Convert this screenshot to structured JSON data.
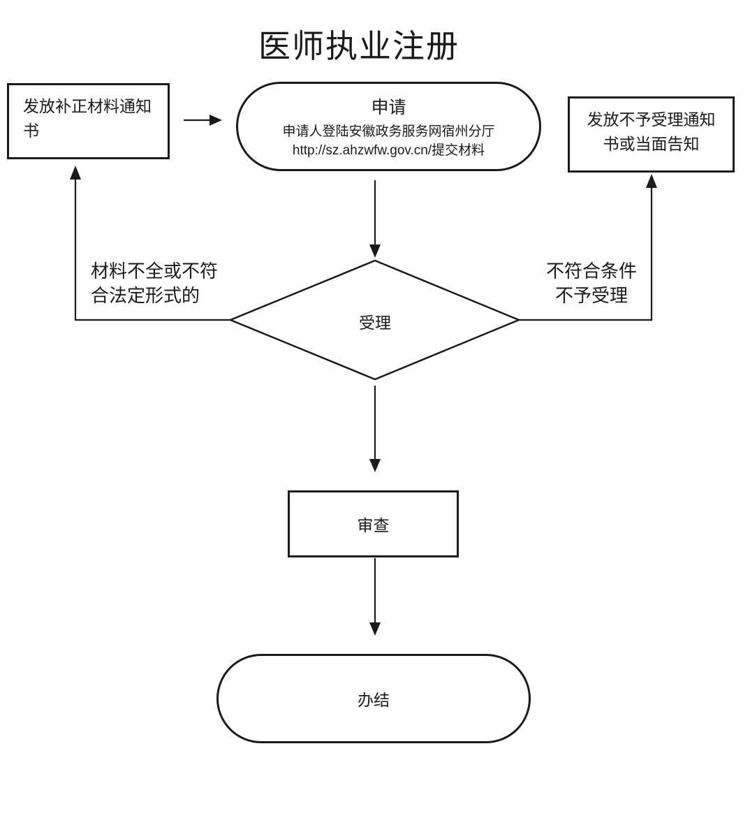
{
  "title": "医师执业注册",
  "nodes": {
    "notice_supplement": {
      "label": "发放补正材料通知书",
      "label_lines": [
        "发放补正材料通知",
        "书"
      ]
    },
    "apply": {
      "title": "申请",
      "sub1": "申请人登陆安徽政务服务网宿州分厅",
      "sub2": "http://sz.ahzwfw.gov.cn/提交材料"
    },
    "notice_reject": {
      "label": "发放不予受理通知书或当面告知",
      "label_lines": [
        "发放不予受理通知",
        "书或当面告知"
      ]
    },
    "accept": {
      "label": "受理"
    },
    "review": {
      "label": "审查"
    },
    "complete": {
      "label": "办结"
    }
  },
  "edge_labels": {
    "left": [
      "材料不全或不符",
      "合法定形式的"
    ],
    "right": [
      "不符合条件",
      "不予受理"
    ]
  },
  "edges": [
    {
      "from": "notice_supplement",
      "to": "apply"
    },
    {
      "from": "apply",
      "to": "accept"
    },
    {
      "from": "accept",
      "to": "notice_supplement",
      "condition": "材料不全或不符合法定形式的"
    },
    {
      "from": "accept",
      "to": "notice_reject",
      "condition": "不符合条件不予受理"
    },
    {
      "from": "accept",
      "to": "review"
    },
    {
      "from": "review",
      "to": "complete"
    }
  ],
  "colors": {
    "line": "#1a1a1a",
    "text": "#1a1a1a",
    "background": "#ffffff"
  }
}
